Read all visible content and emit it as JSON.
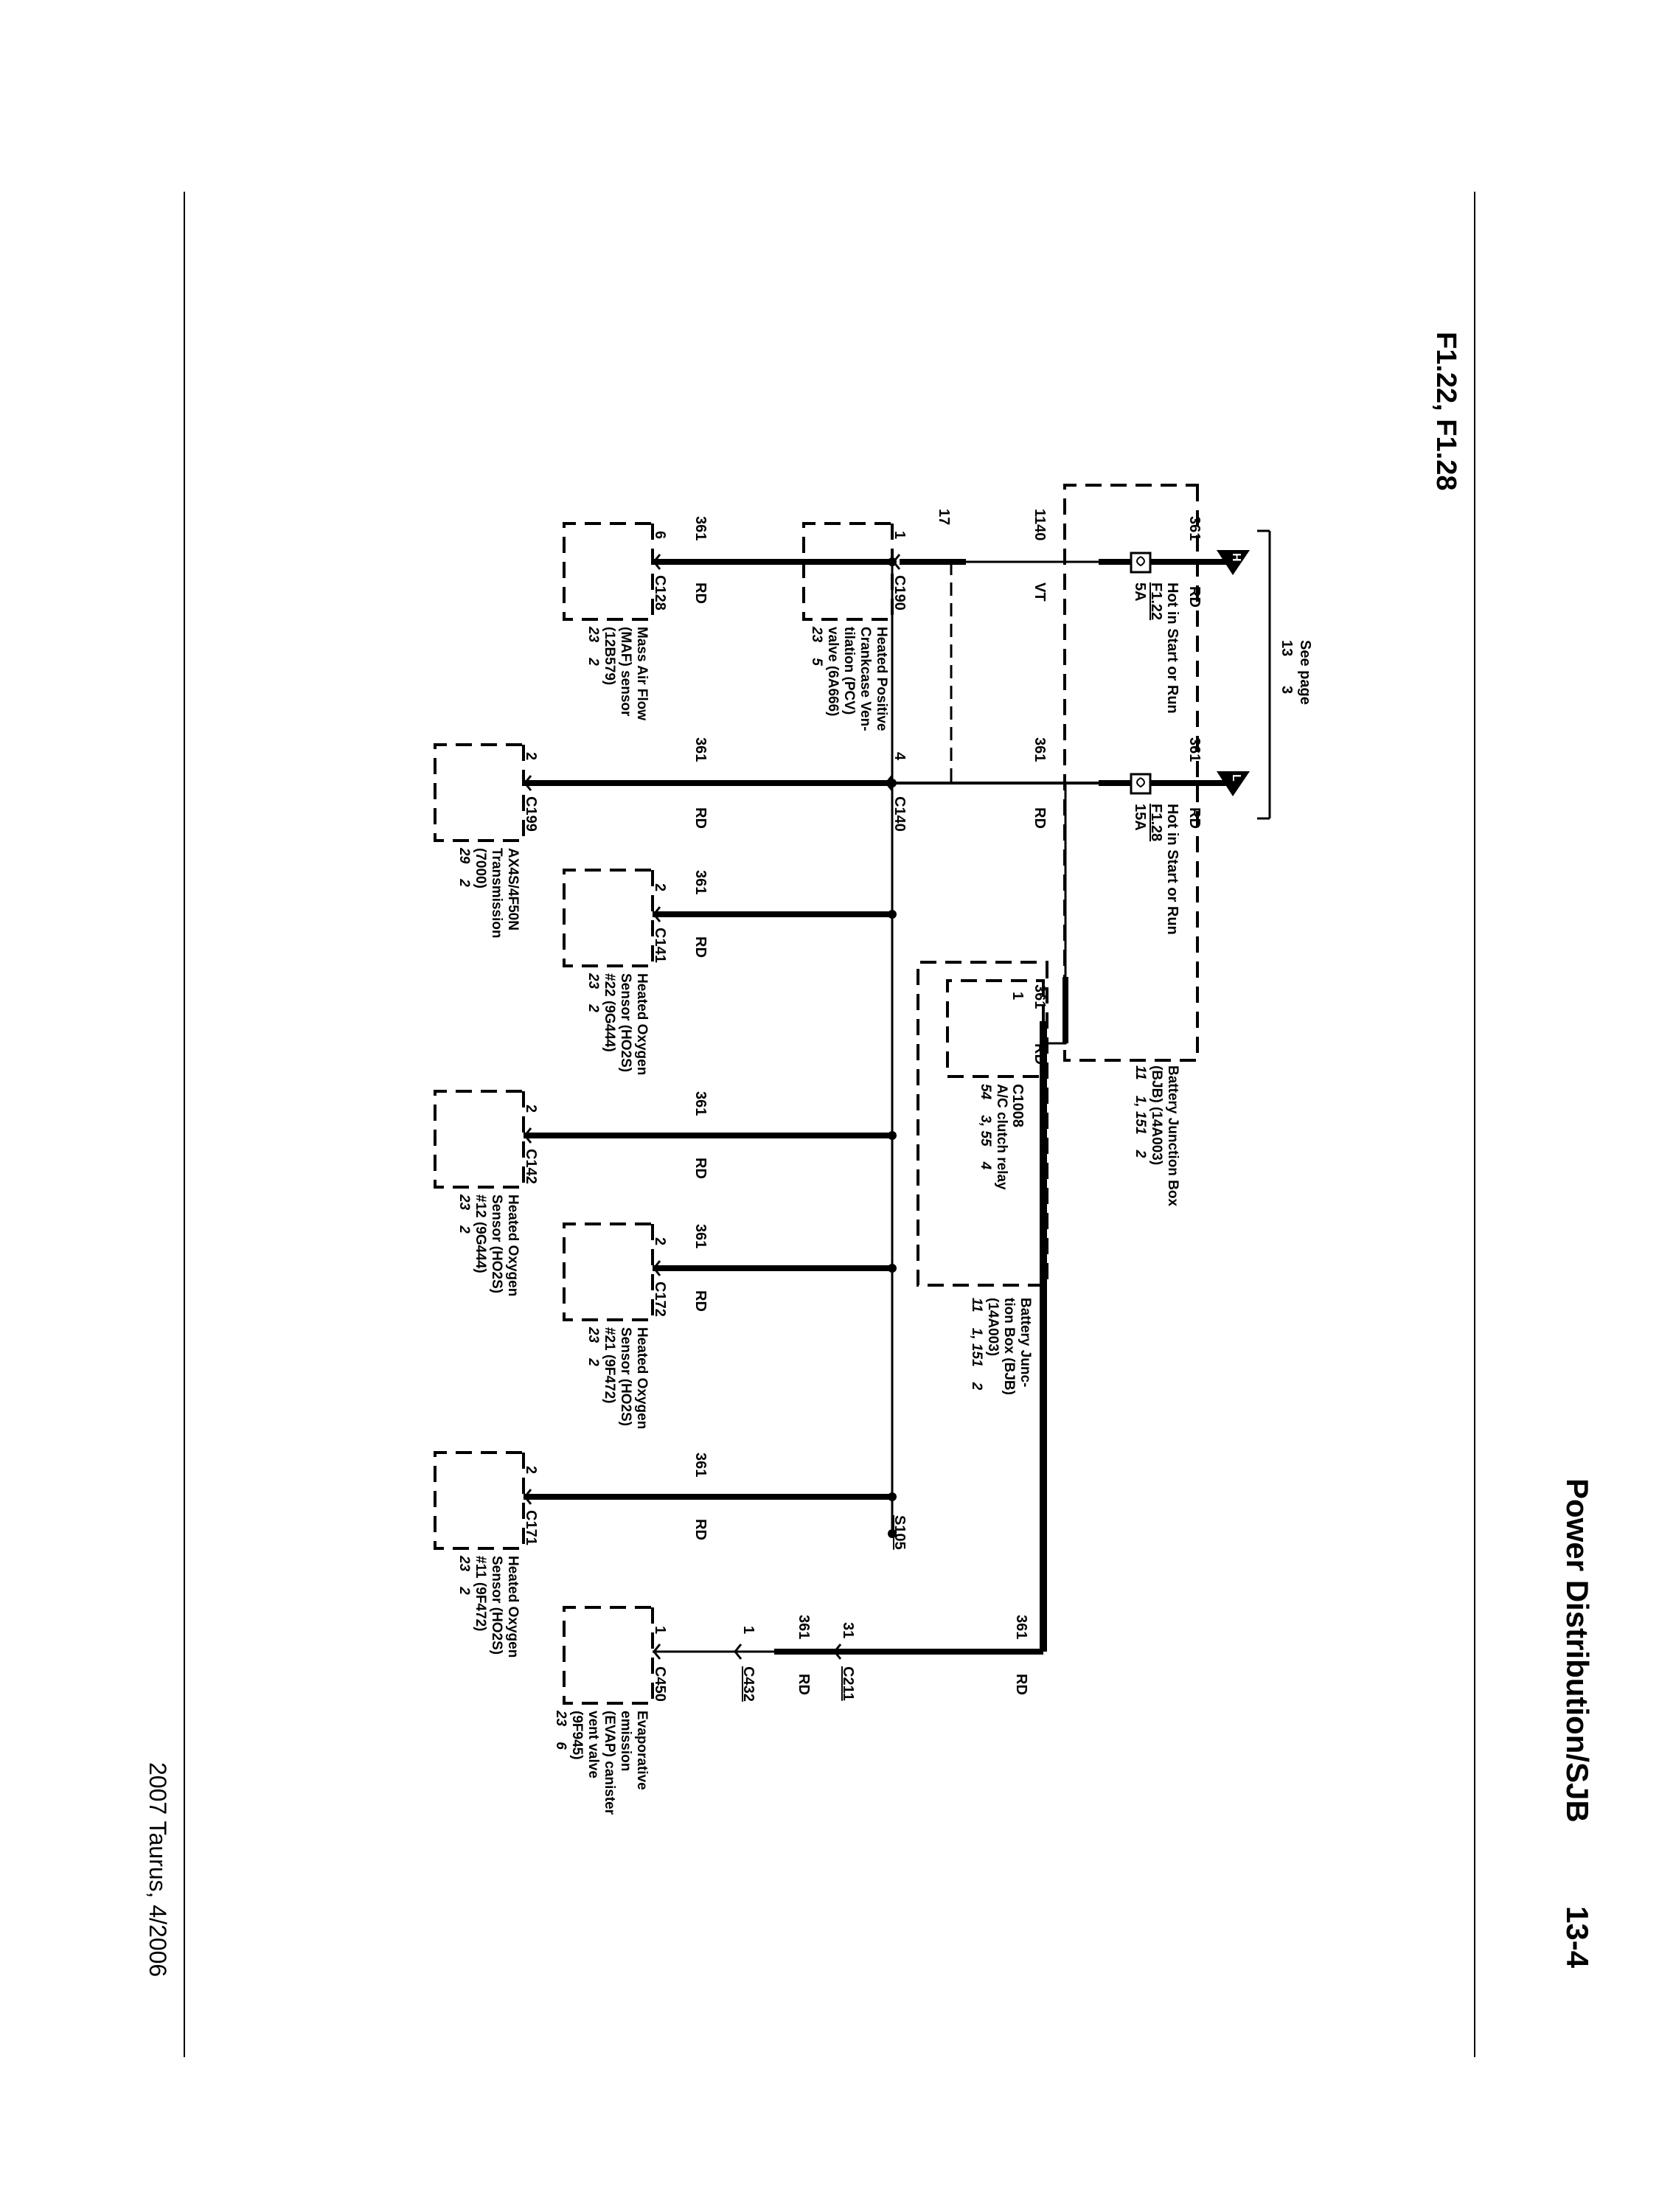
{
  "header": {
    "title": "Power Distribution/SJB",
    "page_number": "13-4"
  },
  "fuse_heading": "F1.22, F1.28",
  "footer": "2007 Taurus, 4/2006",
  "see_page": {
    "text": "See page",
    "page": "13",
    "col": "3"
  },
  "connector_flags": {
    "h": "H",
    "l": "L"
  },
  "fuses": [
    {
      "feed": "Hot in Start or Run",
      "id": "F1.22",
      "rating": "5A"
    },
    {
      "feed": "Hot in Start or Run",
      "id": "F1.28",
      "rating": "15A"
    }
  ],
  "bjb_top": {
    "name": "Battery Junction Box",
    "line2": "(BJB) (14A003)",
    "loc": "11    1, 151    2"
  },
  "bjb_relay_box": {
    "line1": "Battery Junc-",
    "line2": "tion Box (BJB)",
    "line3": "(14A003)",
    "loc": "11    1, 151    2"
  },
  "circuits": {
    "c361": "361",
    "c1140": "1140",
    "rd": "RD",
    "vt": "VT"
  },
  "splice": "S105",
  "components": [
    {
      "id": "pcv",
      "pin": "1",
      "pin_top": "17",
      "conn": "C190",
      "lines": [
        "Heated Positive",
        "Crankcase Ven-",
        "tilation (PCV)",
        "valve (6A666)"
      ],
      "loc": "23    5"
    },
    {
      "id": "maf",
      "pin": "6",
      "conn": "C128",
      "lines": [
        "Mass Air Flow",
        "(MAF) sensor",
        "(12B579)"
      ],
      "loc": "23    2"
    },
    {
      "id": "trans",
      "pin": "2",
      "conn": "C199",
      "lines": [
        "AX4S/4F50N",
        "Transmission",
        "(7000)"
      ],
      "loc": "29    2"
    },
    {
      "id": "ho2s22",
      "pin": "2",
      "conn": "C141",
      "lines": [
        "Heated Oxygen",
        "Sensor (HO2S)",
        "#22 (9G444)"
      ],
      "loc": "23    2"
    },
    {
      "id": "acrelay",
      "pin": "1",
      "conn": "C1008",
      "lines": [
        "A/C clutch relay"
      ],
      "loc": "54    3, 55    4"
    },
    {
      "id": "ho2s12",
      "pin": "2",
      "conn": "C142",
      "lines": [
        "Heated Oxygen",
        "Sensor (HO2S)",
        "#12 (9G444)"
      ],
      "loc": "23    2"
    },
    {
      "id": "ho2s21",
      "pin": "2",
      "conn": "C172",
      "lines": [
        "Heated Oxygen",
        "Sensor (HO2S)",
        "#21 (9F472)"
      ],
      "loc": "23    2"
    },
    {
      "id": "ho2s11",
      "pin": "2",
      "conn": "C171",
      "lines": [
        "Heated Oxygen",
        "Sensor (HO2S)",
        "#11 (9F472)"
      ],
      "loc": "23    2"
    },
    {
      "id": "evap",
      "pin": "1",
      "conn": "C450",
      "lines": [
        "Evaporative",
        "emission",
        "(EVAP) canister",
        "vent valve",
        "(9F945)"
      ],
      "loc": "23    6"
    }
  ],
  "inline_connectors": {
    "c140": {
      "name": "C140",
      "pin": "4"
    },
    "c211": {
      "name": "C211",
      "pin": "31"
    },
    "c432": {
      "name": "C432",
      "pin": "1"
    }
  }
}
